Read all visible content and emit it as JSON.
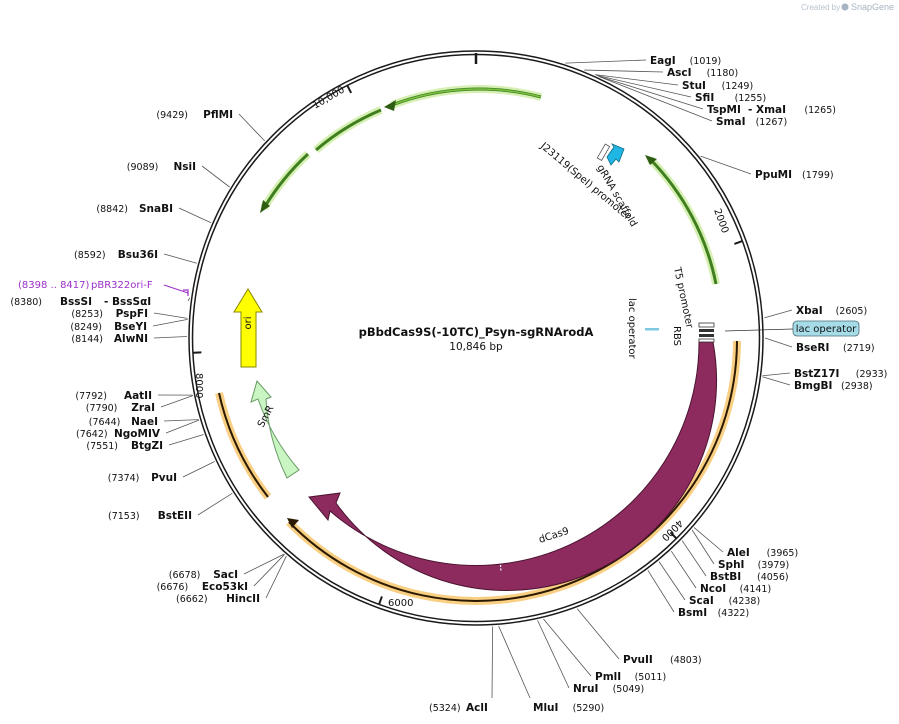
{
  "credit": {
    "prefix": "Created by",
    "brand": "SnapGene"
  },
  "plasmid": {
    "name": "pBbdCas9S(-10TC)_Psyn-sgRNArodA",
    "size_label": "10,846 bp"
  },
  "ticks": [
    {
      "label": "2000",
      "angle": 70
    },
    {
      "label": "4000",
      "angle": 135
    },
    {
      "label": "6000",
      "angle": 200
    },
    {
      "label": "8000",
      "angle": 267
    },
    {
      "label": "10,000",
      "angle": 333
    }
  ],
  "sites": [
    {
      "name": "EagI",
      "pos": "(1019)"
    },
    {
      "name": "AscI",
      "pos": "(1180)"
    },
    {
      "name": "StuI",
      "pos": "(1249)"
    },
    {
      "name": "SfiI",
      "pos": "(1255)"
    },
    {
      "name": "TspMI",
      "pos": "(1265)",
      "extra": "XmaI"
    },
    {
      "name": "SmaI",
      "pos": "(1267)"
    },
    {
      "name": "PpuMI",
      "pos": "(1799)"
    },
    {
      "name": "XbaI",
      "pos": "(2605)"
    },
    {
      "name": "BseRI",
      "pos": "(2719)"
    },
    {
      "name": "BstZ17I",
      "pos": "(2933)"
    },
    {
      "name": "BmgBI",
      "pos": "(2938)"
    },
    {
      "name": "AleI",
      "pos": "(3965)"
    },
    {
      "name": "SphI",
      "pos": "(3979)"
    },
    {
      "name": "BstBI",
      "pos": "(4056)"
    },
    {
      "name": "NcoI",
      "pos": "(4141)"
    },
    {
      "name": "ScaI",
      "pos": "(4238)"
    },
    {
      "name": "BsmI",
      "pos": "(4322)"
    },
    {
      "name": "PvuII",
      "pos": "(4803)"
    },
    {
      "name": "PmlI",
      "pos": "(5011)"
    },
    {
      "name": "NruI",
      "pos": "(5049)"
    },
    {
      "name": "MluI",
      "pos": "(5290)"
    },
    {
      "name": "AclI",
      "pos": "(5324)"
    },
    {
      "name": "HincII",
      "pos": "(6662)"
    },
    {
      "name": "Eco53kI",
      "pos": "(6676)"
    },
    {
      "name": "SacI",
      "pos": "(6678)"
    },
    {
      "name": "BstEII",
      "pos": "(7153)"
    },
    {
      "name": "PvuI",
      "pos": "(7374)"
    },
    {
      "name": "BtgZI",
      "pos": "(7551)"
    },
    {
      "name": "NgoMIV",
      "pos": "(7642)"
    },
    {
      "name": "NaeI",
      "pos": "(7644)"
    },
    {
      "name": "ZraI",
      "pos": "(7790)"
    },
    {
      "name": "AatII",
      "pos": "(7792)"
    },
    {
      "name": "AlwNI",
      "pos": "(8144)"
    },
    {
      "name": "BseYI",
      "pos": "(8249)"
    },
    {
      "name": "PspFI",
      "pos": "(8253)"
    },
    {
      "name": "BssSI",
      "pos": "(8380)",
      "extra": "BssSαI"
    },
    {
      "name": "Bsu36I",
      "pos": "(8592)"
    },
    {
      "name": "SnaBI",
      "pos": "(8842)"
    },
    {
      "name": "NsiI",
      "pos": "(9089)"
    },
    {
      "name": "PflMI",
      "pos": "(9429)"
    }
  ],
  "primer": {
    "name": "pBR322ori-F",
    "pos": "(8398 .. 8417)"
  },
  "features": {
    "grna_scaffold": "gRNA scaffold",
    "j23119_promoter": "J23119(SpeI) promoter",
    "t5_promoter": "T5 promoter",
    "rbs": "RBS",
    "lac_operator": "lac operator",
    "lac_operator_box": "lac operator",
    "dcas9": "dCas9",
    "smr": "SmR",
    "ori": "ori"
  },
  "colors": {
    "backbone": "#1a1a1a",
    "green_arrow": "#7cc242",
    "green_glow": "#d6f0b4",
    "orange_glow": "#f8cf83",
    "dcas9": "#8e2b5e",
    "smr": "#c9f5c2",
    "ori": "#ffff00",
    "grna": "#1fb6e3",
    "lac_box": "#a6dbe8",
    "primer": "#9b30c9"
  }
}
